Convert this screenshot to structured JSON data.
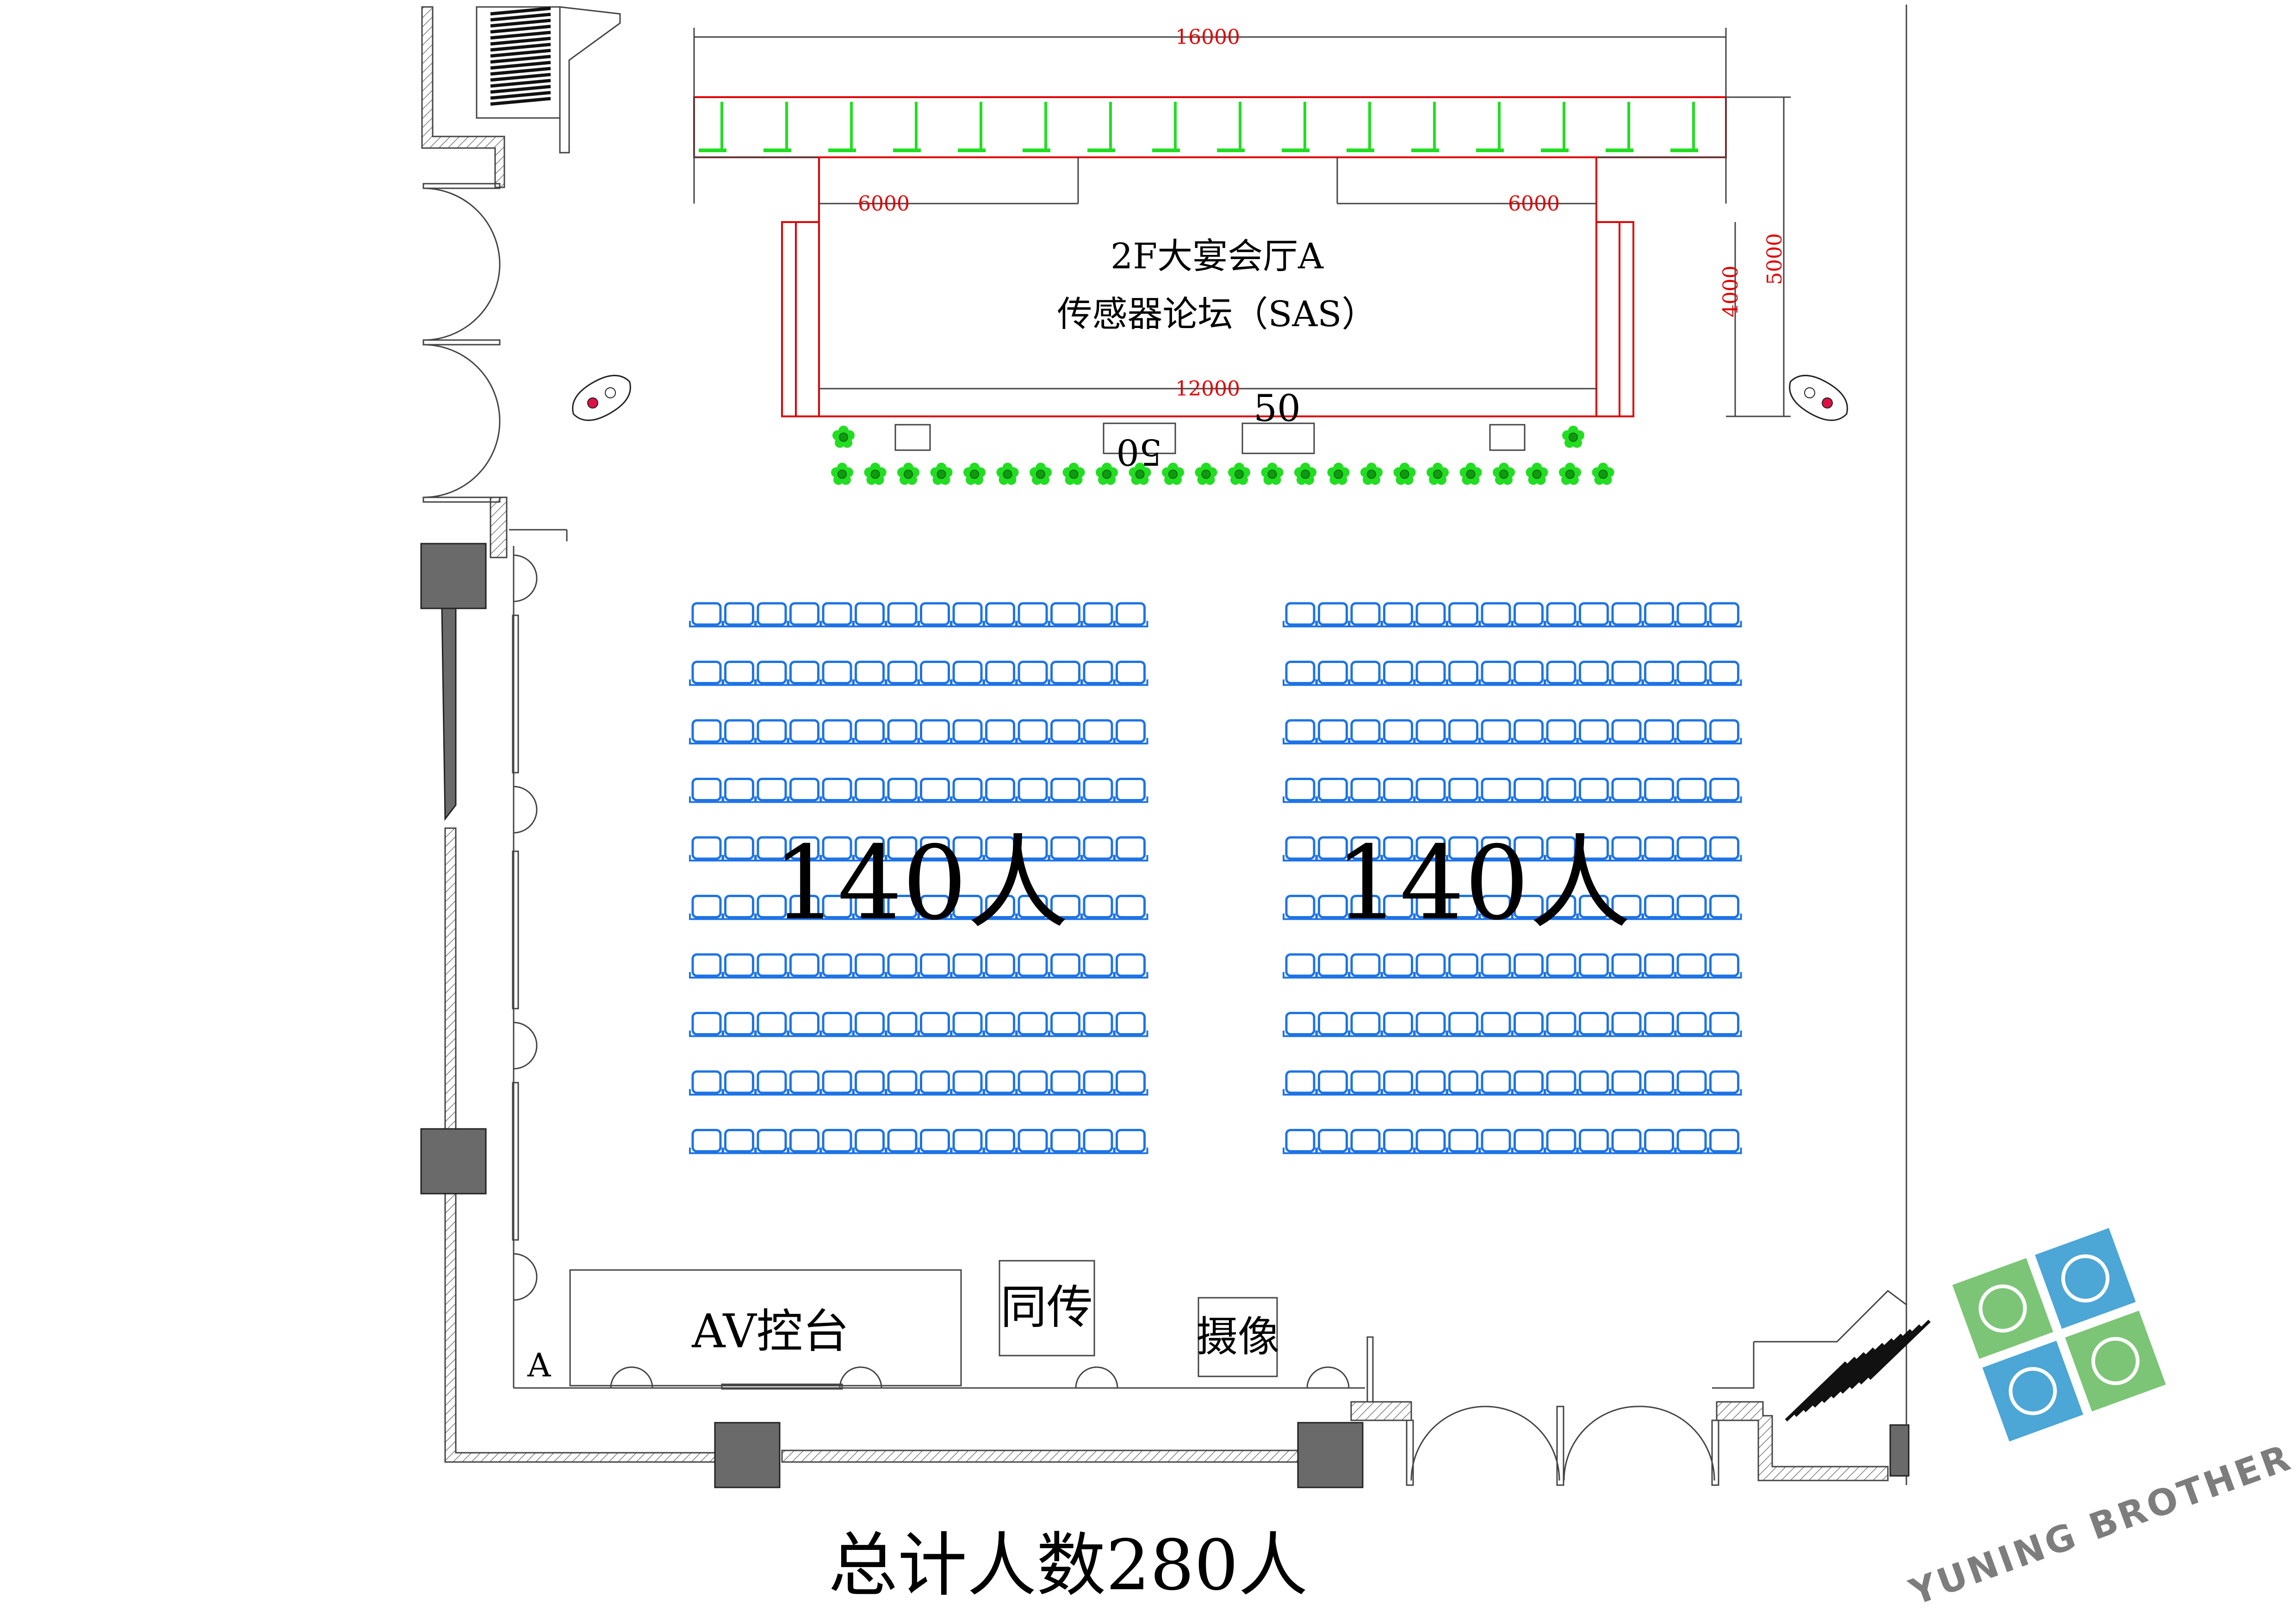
{
  "stage": {
    "title": "2F大宴会厅A",
    "subtitle": "传感器论坛（SAS）",
    "podium_label": "50",
    "podium_label_mirrored": "50"
  },
  "dimensions": {
    "top_width": "16000",
    "left_span": "6000",
    "right_span": "6000",
    "stage_width": "12000",
    "stage_depth": "4000",
    "total_depth": "5000"
  },
  "seating": {
    "left_block_label": "140人",
    "right_block_label": "140人",
    "rows_per_block": 10,
    "seats_per_row": 14,
    "seat_color": "#1e73e6"
  },
  "booths": {
    "av_console": "AV控台",
    "interpretation": "同传",
    "camera": "摄像"
  },
  "marker_a": "A",
  "total": "总计人数280人",
  "logo": {
    "text": "YUNING BROTHER"
  },
  "colors": {
    "dimension": "#e00000",
    "plant": "#22dd22",
    "seat": "#1e73e6"
  }
}
